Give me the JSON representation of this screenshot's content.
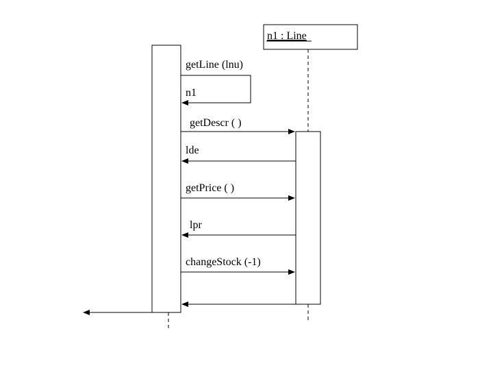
{
  "object": {
    "label": "n1 : Line"
  },
  "messages": [
    {
      "label": "getLine (lnu)"
    },
    {
      "label": "n1"
    },
    {
      "label": "getDescr ( )"
    },
    {
      "label": "lde"
    },
    {
      "label": "getPrice ( )"
    },
    {
      "label": "lpr"
    },
    {
      "label": "changeStock (-1)"
    }
  ]
}
